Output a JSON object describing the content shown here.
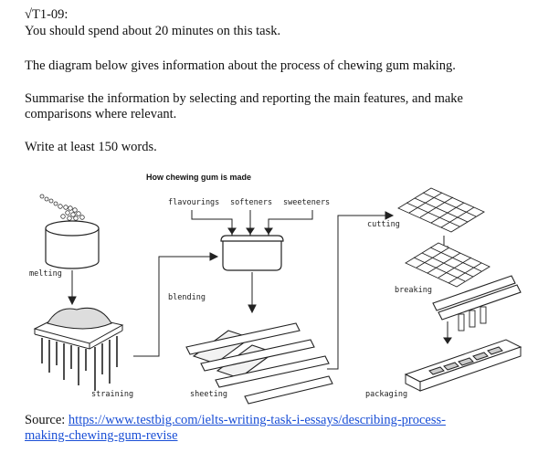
{
  "task": {
    "id": "√T1-09:",
    "time_instruction": "You should spend about 20 minutes on this task.",
    "intro": "The diagram below gives information about the process of chewing gum making.",
    "summary_line1": "Summarise the information by selecting and reporting the main features, and make",
    "summary_line2": "comparisons where relevant.",
    "word_count": "Write at least 150 words."
  },
  "diagram": {
    "title": "How chewing gum is made",
    "labels": {
      "flavourings": "flavourings",
      "softeners": "softeners",
      "sweeteners": "sweeteners",
      "melting": "melting",
      "straining": "straining",
      "blending": "blending",
      "sheeting": "sheeting",
      "cutting": "cutting",
      "breaking": "breaking",
      "packaging": "packaging"
    }
  },
  "source": {
    "label": "Source:",
    "link_line1": "https://www.testbig.com/ielts-writing-task-i-essays/describing-process-",
    "link_line2": "making-chewing-gum-revise"
  }
}
